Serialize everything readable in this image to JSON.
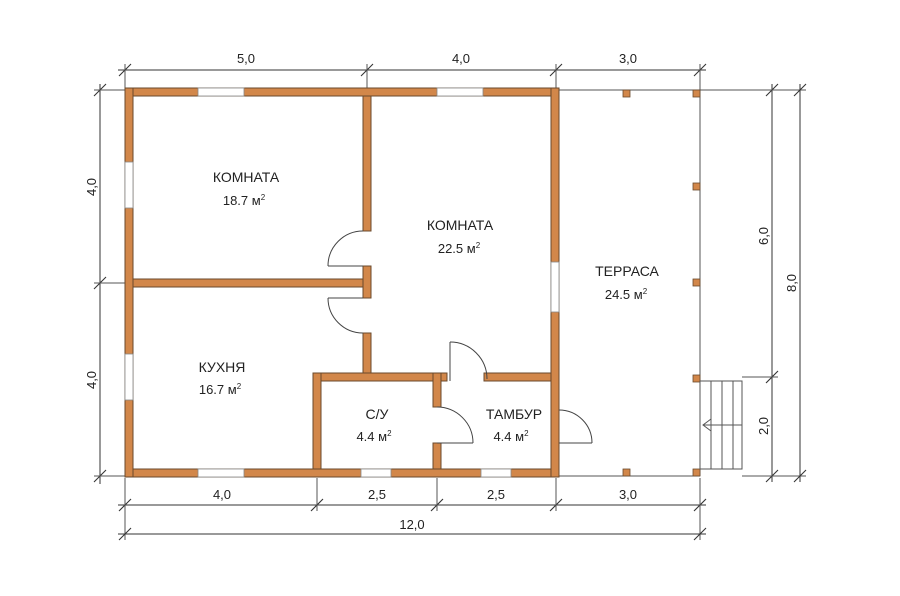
{
  "dimensions": {
    "top": [
      "5,0",
      "4,0",
      "3,0"
    ],
    "bottom": [
      "4,0",
      "2,5",
      "2,5",
      "3,0"
    ],
    "total": "12,0",
    "left": [
      "4,0",
      "4,0"
    ],
    "right_inner": [
      "6,0",
      "2,0"
    ],
    "right_outer": "8,0"
  },
  "rooms": [
    {
      "name": "КОМНАТА",
      "area": "18.7 м",
      "unit_sup": "2"
    },
    {
      "name": "КОМНАТА",
      "area": "22.5 м",
      "unit_sup": "2"
    },
    {
      "name": "ТЕРРАСА",
      "area": "24.5 м",
      "unit_sup": "2"
    },
    {
      "name": "КУХНЯ",
      "area": "16.7 м",
      "unit_sup": "2"
    },
    {
      "name": "С/У",
      "area": "4.4 м",
      "unit_sup": "2"
    },
    {
      "name": "ТАМБУР",
      "area": "4.4 м",
      "unit_sup": "2"
    }
  ],
  "colors": {
    "wall": "#d2874a",
    "line": "#333333",
    "background": "#ffffff"
  }
}
